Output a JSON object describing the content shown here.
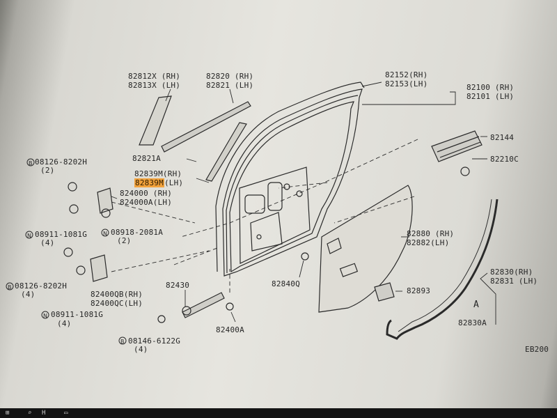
{
  "labels": {
    "p82812x": "82812X (RH)",
    "p82813x": "82813X (LH)",
    "p82820": "82820 (RH)",
    "p82821": "82821 (LH)",
    "p82152": "82152(RH)",
    "p82153": "82153(LH)",
    "p82100": "82100 (RH)",
    "p82101": "82101 (LH)",
    "p82144": "82144",
    "p82210c": "82210C",
    "p82821a": "82821A",
    "p82839m_rh": "82839M(RH)",
    "p82839m_lh": "82839M",
    "p82839m_lh_side": "(LH)",
    "p08126_a": "08126-8202H",
    "p08126_a_qty": "(2)",
    "p824000_rh": "824000 (RH)",
    "p82400qa": "824000A(LH)",
    "p08911_a": "08911-1081G",
    "p08911_a_qty": "(4)",
    "p08918": "08918-2081A",
    "p08918_qty": "(2)",
    "p82880": "82880 (RH)",
    "p82882": "82882(LH)",
    "p08126_b": "08126-8202H",
    "p08126_b_qty": "(4)",
    "p82400qb": "82400QB(RH)",
    "p82400qc": "82400QC(LH)",
    "p82430": "82430",
    "p82840q": "82840Q",
    "p82893": "82893",
    "p82830": "82830(RH)",
    "p82831": "82831 (LH)",
    "p82830a": "82830A",
    "p08911_b": "08911-1081G",
    "p08911_b_qty": "(4)",
    "p82400a": "82400A",
    "p08146": "08146-6122G",
    "p08146_qty": "(4)",
    "eb": "EB200",
    "marker_a": "A"
  },
  "circled": {
    "b": "B",
    "n": "N"
  },
  "taskbar": {
    "text": "H"
  },
  "colors": {
    "paper": "#e6e5df",
    "ink": "#2a2a2a",
    "highlight": "#f2a23c"
  }
}
